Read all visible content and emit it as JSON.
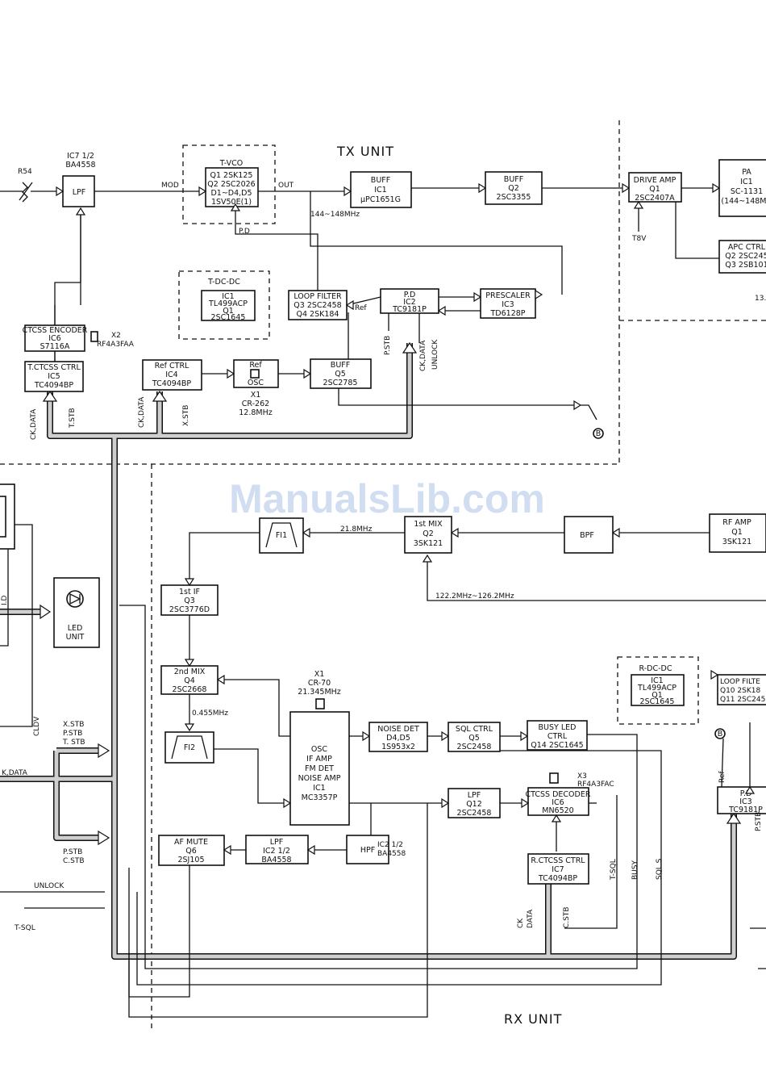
{
  "units": {
    "tx": "TX UNIT",
    "rx": "RX UNIT",
    "led": "LED\nUNIT"
  },
  "watermark": "ManualsLib.com",
  "blocks": {
    "ic7": [
      "IC7 1/2",
      "BA4558"
    ],
    "lpf": [
      "LPF"
    ],
    "tvco": [
      "T-VCO",
      "Q1 2SK125",
      "Q2 2SC2026",
      "D1~D4,D5",
      "1SV50E(1)"
    ],
    "buff1": [
      "BUFF",
      "IC1",
      "μPC1651G"
    ],
    "buff2": [
      "BUFF",
      "Q2",
      "2SC3355"
    ],
    "driveamp": [
      "DRIVE AMP",
      "Q1",
      "2SC2407A"
    ],
    "pa": [
      "PA",
      "IC1",
      "SC-1131",
      "(144~148MH"
    ],
    "apc": [
      "APC CTRL",
      "Q2 2SC245",
      "Q3 2SB101"
    ],
    "tdcdc": [
      "T-DC-DC",
      "IC1",
      "TL499ACP",
      "Q1",
      "2SC1645"
    ],
    "loopfilter_tx": [
      "LOOP FILTER",
      "Q3 2SC2458",
      "Q4 2SK184"
    ],
    "pd_tx": [
      "P.D",
      "IC2",
      "TC9181P"
    ],
    "prescaler": [
      "PRESCALER",
      "IC3",
      "TD6128P"
    ],
    "ctcss_enc": [
      "CTCSS ENCODER",
      "IC6",
      "S7116A"
    ],
    "tctcss": [
      "T.CTCSS CTRL",
      "IC5",
      "TC4094BP"
    ],
    "refctrl": [
      "Ref CTRL",
      "IC4",
      "TC4094BP"
    ],
    "refosc": [
      "Ref",
      "OSC"
    ],
    "buff_q5": [
      "BUFF",
      "Q5",
      "2SC2785"
    ],
    "fil1": [
      "FI1"
    ],
    "mix1": [
      "1st MIX",
      "Q2",
      "3SK121"
    ],
    "bpf": [
      "BPF"
    ],
    "rfamp": [
      "RF AMP",
      "Q1",
      "3SK121"
    ],
    "if1": [
      "1st IF",
      "Q3",
      "2SC3776D"
    ],
    "mix2": [
      "2nd MIX",
      "Q4",
      "2SC2668"
    ],
    "fil2": [
      "FI2"
    ],
    "osc_ic": [
      "OSC",
      "IF AMP",
      "FM DET",
      "NOISE AMP",
      "IC1",
      "MC3357P"
    ],
    "noisedet": [
      "NOISE DET",
      "D4,D5",
      "1S953x2"
    ],
    "sqlctrl": [
      "SQL CTRL",
      "Q5",
      "2SC2458"
    ],
    "busyled": [
      "BUSY LED",
      "CTRL",
      "Q14 2SC1645"
    ],
    "lpf_q12": [
      "LPF",
      "Q12",
      "2SC2458"
    ],
    "ctcss_dec": [
      "CTCSS DECODER",
      "IC6",
      "MN6520"
    ],
    "hpf": [
      "HPF"
    ],
    "lpf_ic2": [
      "LPF",
      "IC2 1/2",
      "BA4558"
    ],
    "afmute": [
      "AF MUTE",
      "Q6",
      "2SJ105"
    ],
    "rctcss": [
      "R.CTCSS CTRL",
      "IC7",
      "TC4094BP"
    ],
    "rdcdc": [
      "R-DC-DC",
      "IC1",
      "TL499ACP",
      "Q1",
      "2SC1645"
    ],
    "loopfilter_rx": [
      "LOOP FILTE",
      "Q10 2SK18",
      "Q11 2SC245"
    ],
    "pd_rx": [
      "P.D",
      "IC3",
      "TC9181P"
    ]
  },
  "labels": {
    "r54": "R54",
    "mod": "MOD",
    "out": "OUT",
    "freq_tx": "144~148MHz",
    "pd_line": "P.D",
    "t8v": "T8V",
    "x2": "X2",
    "x2p": "RF4A3FAA",
    "ref": "Ref",
    "pstb": "P.STB",
    "ckdata": "CK,DATA",
    "unlock": "UNLOCK",
    "tstb": "T.STB",
    "xstb": "X.STB",
    "x1": "X1",
    "x1p": "CR-262",
    "x1f": "12.8MHz",
    "b1": "B",
    "b2": "B",
    "f218": "21.8MHz",
    "f122": "122.2MHz~126.2MHz",
    "f0455": "0.455MHz",
    "x1rx": "X1",
    "x1rxp": "CR-70",
    "x1rxf": "21.345MHz",
    "x3": "X3",
    "x3p": "RF4A3FAC",
    "ic2half": "IC2 1/2",
    "ic2p": "BA4558",
    "tsql": "T-SQL",
    "busy": "BUSY",
    "sqls": "SQL.S",
    "cstb": "C.STB",
    "ck": "CK",
    "data": "DATA",
    "unlock_rx": "UNLOCK",
    "tsql_l": "T-SQL",
    "xstb_l": "X.STB",
    "pstb_l": "P.STB",
    "tstb_l": "T. STB",
    "pstb_l2": "P.STB",
    "cstb_l": "C.STB",
    "kdata": "K,DATA",
    "cldv": "CLDV",
    "id": "I.D",
    "ref_rx": "Ref",
    "pstb_rx": "P.STB",
    "v13": "13."
  }
}
